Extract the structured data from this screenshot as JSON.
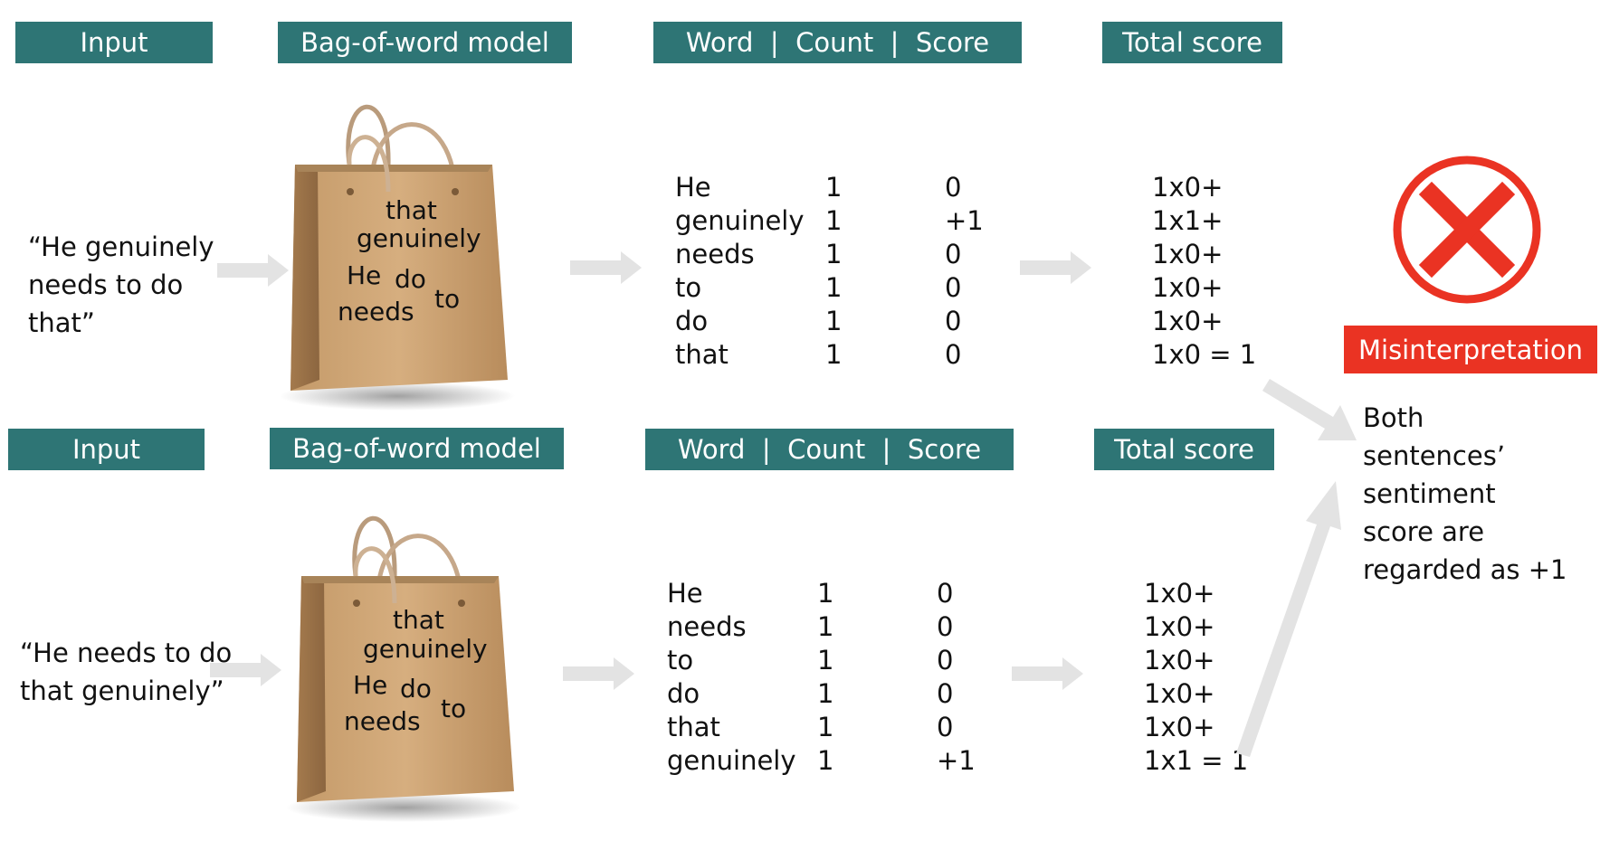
{
  "row1": {
    "headers": {
      "input": "Input",
      "model": "Bag-of-word model",
      "table": "Word  |  Count  |  Score",
      "total": "Total score"
    },
    "sentence": "“He genuinely needs to do that”",
    "bag_words": [
      "that",
      "genuinely",
      "He",
      "do",
      "needs",
      "to"
    ],
    "words": [
      "He",
      "genuinely",
      "needs",
      "to",
      "do",
      "that"
    ],
    "counts": [
      "1",
      "1",
      "1",
      "1",
      "1",
      "1"
    ],
    "scores": [
      "0",
      "+1",
      "0",
      "0",
      "0",
      "0"
    ],
    "totals": [
      "1x0+",
      "1x1+",
      "1x0+",
      "1x0+",
      "1x0+",
      "1x0 = 1"
    ]
  },
  "row2": {
    "headers": {
      "input": "Input",
      "model": "Bag-of-word model",
      "table": "Word  |  Count  |  Score",
      "total": "Total score"
    },
    "sentence": "“He needs to do that genuinely”",
    "bag_words": [
      "that",
      "genuinely",
      "He",
      "do",
      "needs",
      "to"
    ],
    "words": [
      "He",
      "needs",
      "to",
      "do",
      "that",
      "genuinely"
    ],
    "counts": [
      "1",
      "1",
      "1",
      "1",
      "1",
      "1"
    ],
    "scores": [
      "0",
      "0",
      "0",
      "0",
      "0",
      "+1"
    ],
    "totals": [
      "1x0+",
      "1x0+",
      "1x0+",
      "1x0+",
      "1x0+",
      "1x1 = 1"
    ]
  },
  "result": {
    "badge": "Misinterpretation",
    "note": "Both sentences’ sentiment score  are regarded as +1",
    "icon": "cross-circle-icon",
    "accent_color": "#ea3323",
    "header_color": "#2e7575"
  }
}
